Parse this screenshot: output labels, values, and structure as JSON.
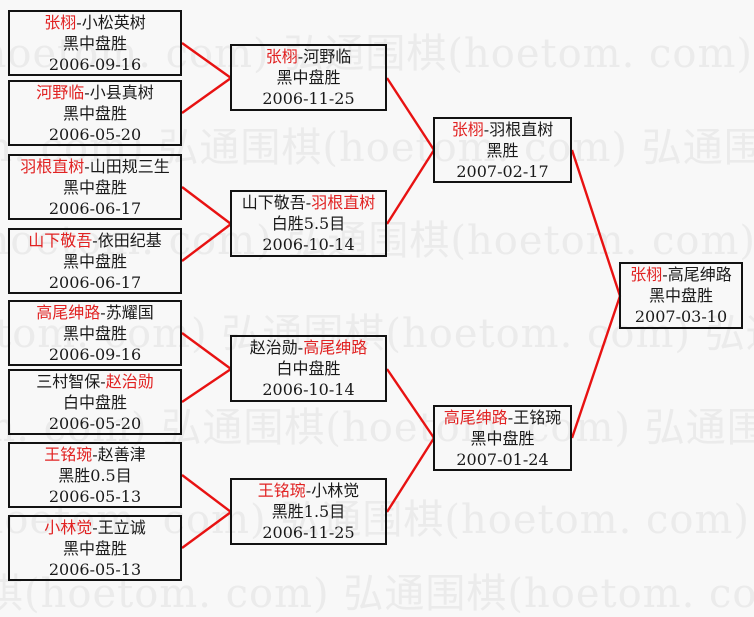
{
  "separator": "-",
  "watermark": {
    "text": "弘通围棋(hoetom. com)",
    "row_text": "弘通围棋(hoetom. com) 弘通围棋(hoetom. com) 弘通围棋(hoetom. com)"
  },
  "colors": {
    "winner_red": "#e12222",
    "line_red": "#e81212",
    "box_border": "#121212",
    "background": "#f8f8f8",
    "watermark_gray": "#ebebeb"
  },
  "bracket": {
    "rounds": [
      {
        "name": "round-1",
        "matches": [
          {
            "p1": "张栩",
            "p2": "小松英树",
            "winner": "p1",
            "result": "黑中盘胜",
            "date": "2006-09-16"
          },
          {
            "p1": "河野临",
            "p2": "小县真树",
            "winner": "p1",
            "result": "黑中盘胜",
            "date": "2006-05-20"
          },
          {
            "p1": "羽根直树",
            "p2": "山田规三生",
            "winner": "p1",
            "result": "黑中盘胜",
            "date": "2006-06-17"
          },
          {
            "p1": "山下敬吾",
            "p2": "依田纪基",
            "winner": "p1",
            "result": "黑中盘胜",
            "date": "2006-06-17"
          },
          {
            "p1": "高尾绅路",
            "p2": "苏耀国",
            "winner": "p1",
            "result": "黑中盘胜",
            "date": "2006-09-16"
          },
          {
            "p1": "三村智保",
            "p2": "赵治勋",
            "winner": "p2",
            "result": "白中盘胜",
            "date": "2006-05-20"
          },
          {
            "p1": "王铭琬",
            "p2": "赵善津",
            "winner": "p1",
            "result": "黑胜0.5目",
            "date": "2006-05-13"
          },
          {
            "p1": "小林觉",
            "p2": "王立诚",
            "winner": "p1",
            "result": "黑中盘胜",
            "date": "2006-05-13"
          }
        ]
      },
      {
        "name": "round-2",
        "matches": [
          {
            "p1": "张栩",
            "p2": "河野临",
            "winner": "p1",
            "result": "黑中盘胜",
            "date": "2006-11-25"
          },
          {
            "p1": "山下敬吾",
            "p2": "羽根直树",
            "winner": "p2",
            "result": "白胜5.5目",
            "date": "2006-10-14"
          },
          {
            "p1": "赵治勋",
            "p2": "高尾绅路",
            "winner": "p2",
            "result": "白中盘胜",
            "date": "2006-10-14"
          },
          {
            "p1": "王铭琬",
            "p2": "小林觉",
            "winner": "p1",
            "result": "黑胜1.5目",
            "date": "2006-11-25"
          }
        ]
      },
      {
        "name": "semifinal",
        "matches": [
          {
            "p1": "张栩",
            "p2": "羽根直树",
            "winner": "p1",
            "result": "黑胜",
            "date": "2007-02-17"
          },
          {
            "p1": "高尾绅路",
            "p2": "王铭琬",
            "winner": "p1",
            "result": "黑中盘胜",
            "date": "2007-01-24"
          }
        ]
      },
      {
        "name": "final",
        "matches": [
          {
            "p1": "张栩",
            "p2": "高尾绅路",
            "winner": "p1",
            "result": "黑中盘胜",
            "date": "2007-03-10"
          }
        ]
      }
    ]
  }
}
